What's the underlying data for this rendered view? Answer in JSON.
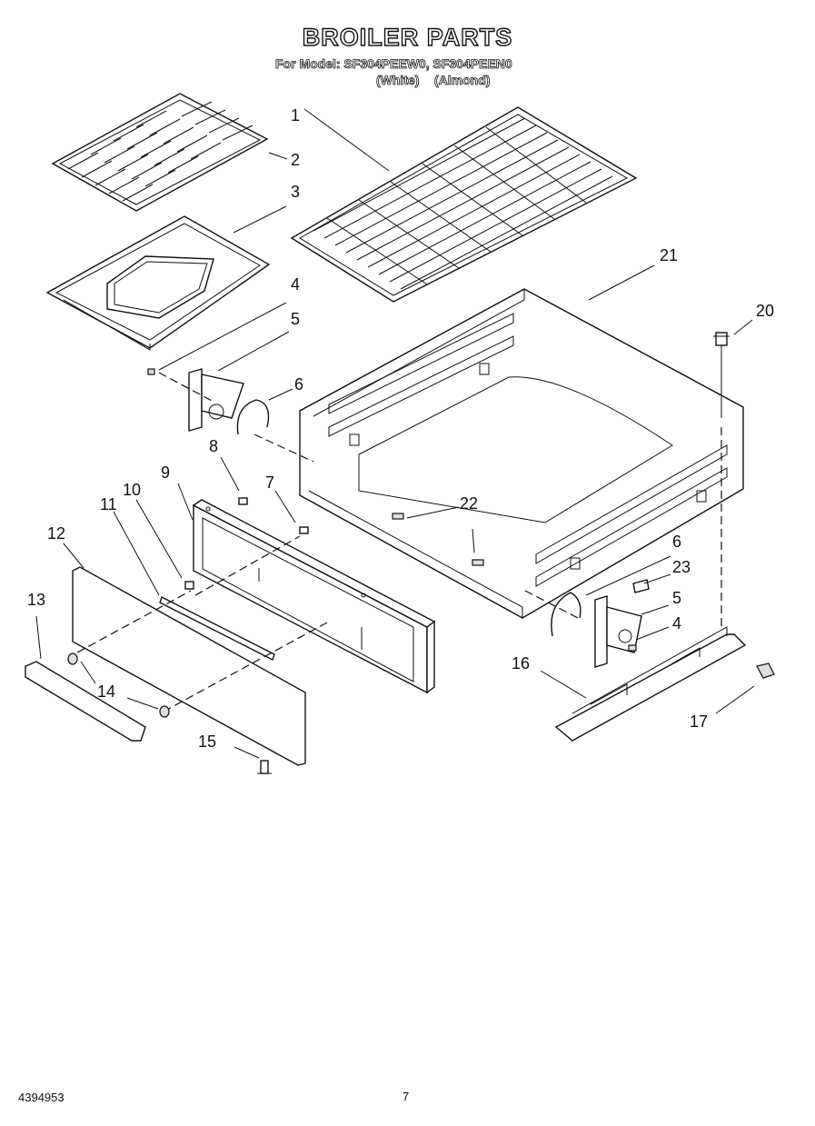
{
  "title": "BROILER PARTS",
  "model_line": "For Model: SF304PEEW0, SF304PEEN0",
  "color_white": "(White)",
  "color_almond": "(Almond)",
  "part_number": "4394953",
  "page_number": "7",
  "callouts": {
    "c1": "1",
    "c2": "2",
    "c3": "3",
    "c4a": "4",
    "c5a": "5",
    "c6a": "6",
    "c7": "7",
    "c8": "8",
    "c9": "9",
    "c10": "10",
    "c11": "11",
    "c12": "12",
    "c13": "13",
    "c14": "14",
    "c15": "15",
    "c16": "16",
    "c17": "17",
    "c20": "20",
    "c21": "21",
    "c22": "22",
    "c23": "23",
    "c6b": "6",
    "c5b": "5",
    "c4b": "4"
  }
}
